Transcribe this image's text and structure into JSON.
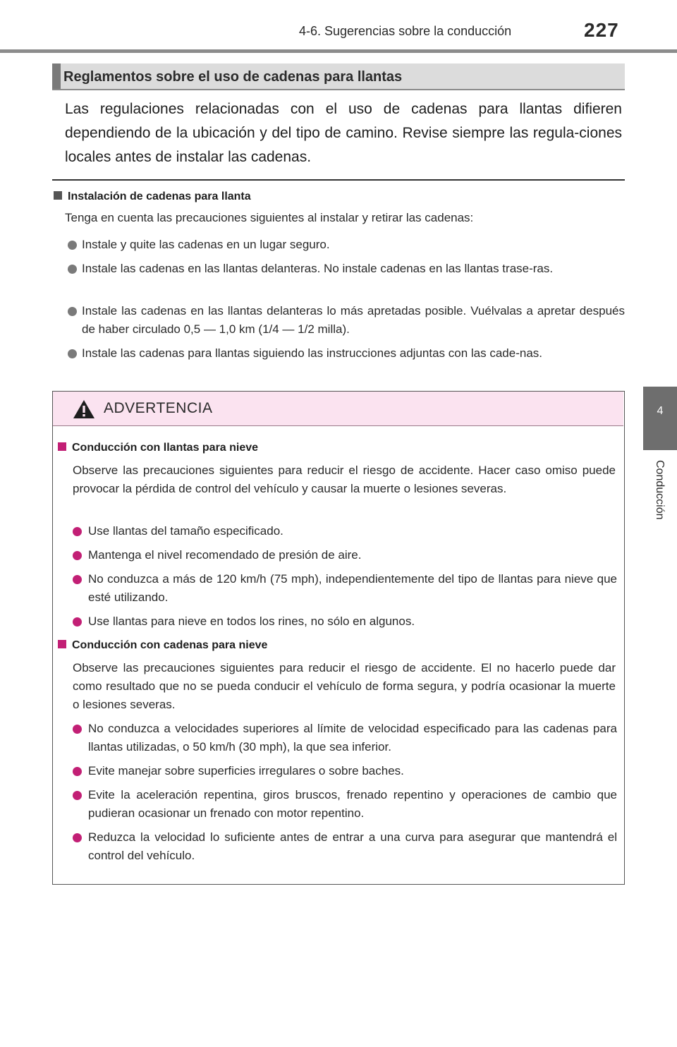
{
  "header": {
    "title": "4-6. Sugerencias sobre la conducción",
    "page_number": "227"
  },
  "side_tab": {
    "number": "4",
    "label": "Conducción"
  },
  "section": {
    "title": "Reglamentos sobre el uso de cadenas para llantas",
    "intro": "Las regulaciones relacionadas con el uso de cadenas para llantas difieren dependiendo de la ubicación y del tipo de camino. Revise siempre las regula-ciones locales antes de instalar las cadenas."
  },
  "installation": {
    "heading": "Instalación de cadenas para llanta",
    "lead": "Tenga en cuenta las precauciones siguientes al instalar y retirar las cadenas:",
    "bullets": [
      "Instale y quite las cadenas en un lugar seguro.",
      "Instale las cadenas en las llantas delanteras. No instale cadenas en las llantas trase-ras.",
      "Instale las cadenas en las llantas delanteras lo más apretadas posible. Vuélvalas a apretar después de haber circulado 0,5 — 1,0 km (1/4 — 1/2 milla).",
      "Instale las cadenas para llantas siguiendo las instrucciones adjuntas con las cade-nas."
    ]
  },
  "warning": {
    "title": "ADVERTENCIA",
    "icon": "warning-triangle-icon",
    "accent_color": "#c21f75",
    "groups": [
      {
        "heading": "Conducción con llantas para nieve",
        "lead": "Observe las precauciones siguientes para reducir el riesgo de accidente. Hacer caso omiso puede provocar la pérdida de control del vehículo y causar la muerte o lesiones severas.",
        "bullets": [
          "Use llantas del tamaño especificado.",
          "Mantenga el nivel recomendado de presión de aire.",
          "No conduzca a más de 120 km/h (75 mph), independientemente del tipo de llantas para nieve que esté utilizando.",
          "Use llantas para nieve en todos los rines, no sólo en algunos."
        ]
      },
      {
        "heading": "Conducción con cadenas para nieve",
        "lead": "Observe las precauciones siguientes para reducir el riesgo de accidente. El no hacerlo puede dar como resultado que no se pueda conducir el vehículo de forma segura, y podría ocasionar la muerte o lesiones severas.",
        "bullets": [
          "No conduzca a velocidades superiores al límite de velocidad especificado para las cadenas para llantas utilizadas, o 50 km/h (30 mph), la que sea inferior.",
          "Evite manejar sobre superficies irregulares o sobre baches.",
          "Evite la aceleración repentina, giros bruscos, frenado repentino y operaciones de cambio que pudieran ocasionar un frenado con motor repentino.",
          "Reduzca la velocidad lo suficiente antes de entrar a una curva para asegurar que mantendrá el control del vehículo."
        ]
      }
    ]
  }
}
